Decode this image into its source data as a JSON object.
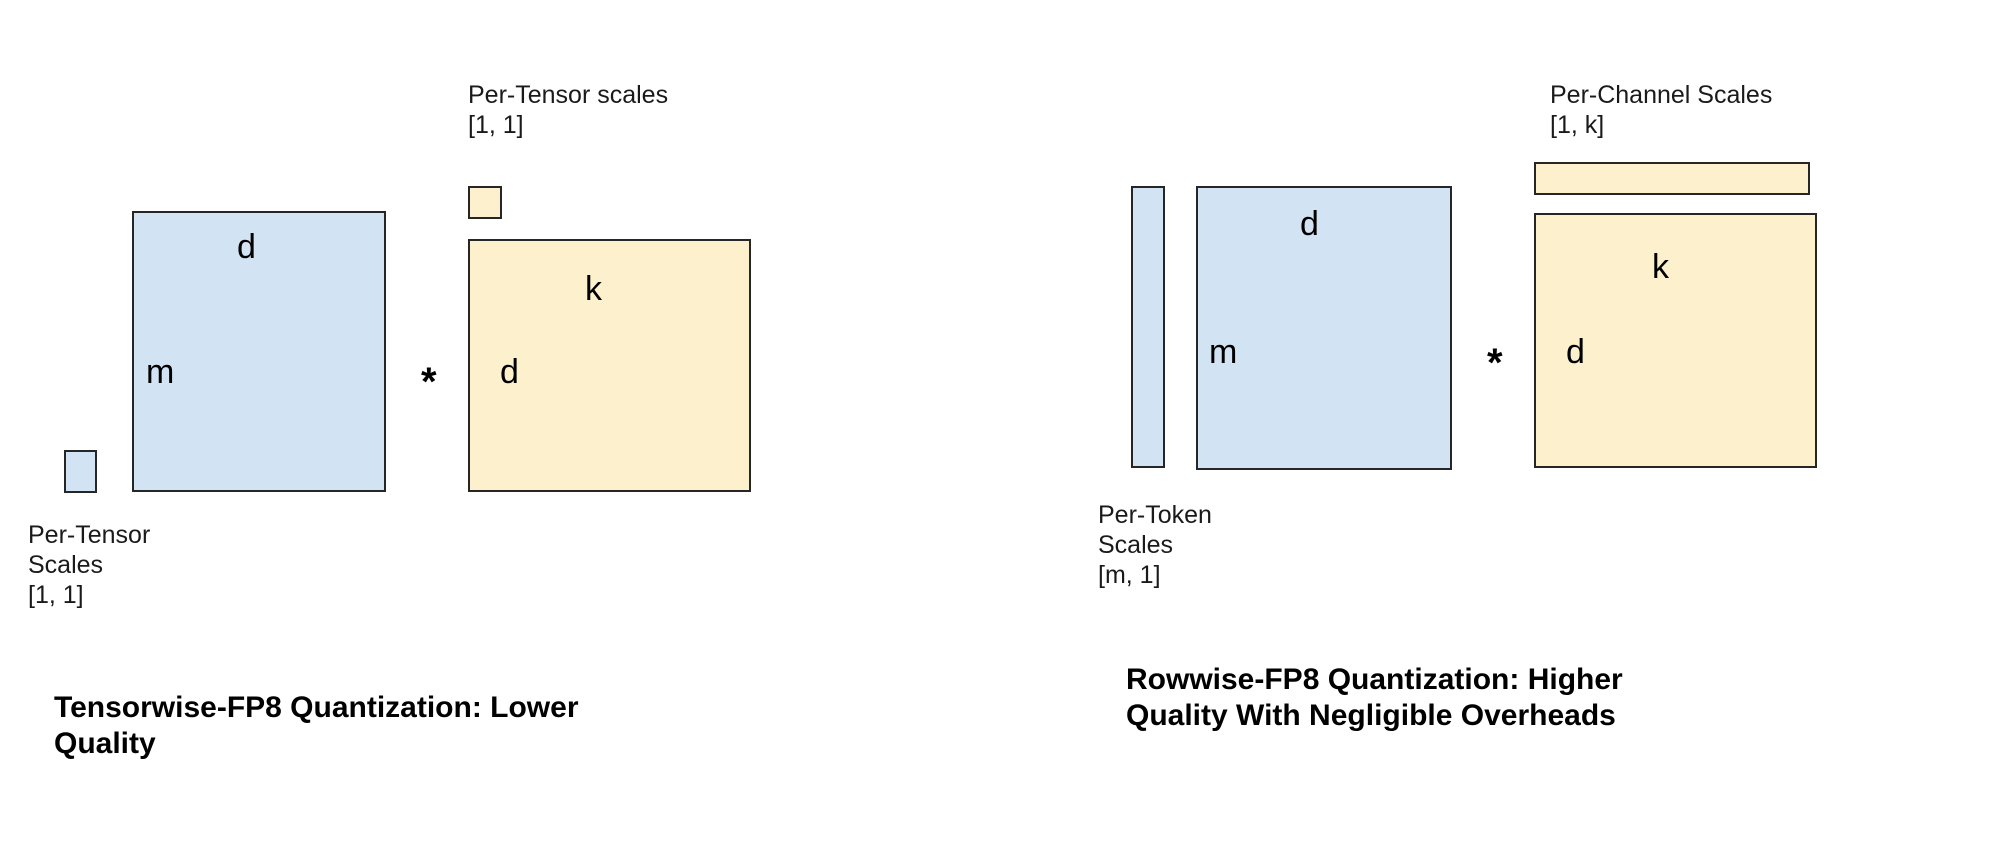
{
  "figure": {
    "background_color": "#ffffff",
    "blue_fill": "#d2e3f3",
    "yellow_fill": "#fdf0cc",
    "stroke_color": "#262626",
    "operator_symbol": "*"
  },
  "left_panel": {
    "name": "tensorwise-fp8-quantization",
    "activation_scale": {
      "label": "Per-Tensor\nScales\n[1, 1]",
      "shape_text": "[1, 1]"
    },
    "activation_matrix": {
      "rows_label": "m",
      "cols_label": "d"
    },
    "operator": "*",
    "weight_scale": {
      "label": "Per-Tensor scales\n[1, 1]",
      "shape_text": "[1, 1]"
    },
    "weight_matrix": {
      "rows_label": "d",
      "cols_label": "k"
    },
    "caption": "Tensorwise-FP8 Quantization: Lower\nQuality"
  },
  "right_panel": {
    "name": "rowwise-fp8-quantization",
    "activation_scale": {
      "label": "Per-Token\nScales\n[m, 1]",
      "shape_text": "[m, 1]"
    },
    "activation_matrix": {
      "rows_label": "m",
      "cols_label": "d"
    },
    "operator": "*",
    "weight_scale": {
      "label": "Per-Channel Scales\n[1, k]",
      "shape_text": "[1, k]"
    },
    "weight_matrix": {
      "rows_label": "d",
      "cols_label": "k"
    },
    "caption": "Rowwise-FP8 Quantization: Higher\nQuality With Negligible Overheads"
  }
}
